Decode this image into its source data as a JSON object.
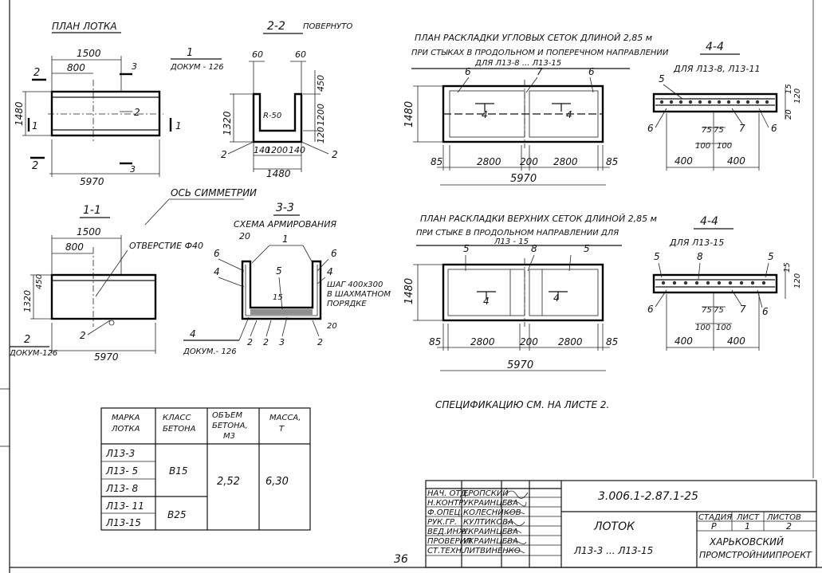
{
  "views": {
    "plan": {
      "title": "ПЛАН ЛОТКА",
      "dim_1500": "1500",
      "dim_800": "800",
      "dim_1480": "1480",
      "dim_5970": "5970",
      "cut2": "2",
      "cut3": "3",
      "cut1": "1",
      "mark2": "2"
    },
    "section22": {
      "title": "2-2",
      "subtitle": "ПОВЕРНУТО",
      "dim_60a": "60",
      "dim_60b": "60",
      "dim_450": "450",
      "dim_1320": "1320",
      "dim_1200v": "1200",
      "dim_120": "120",
      "dim_140a": "140",
      "dim_1200": "1200",
      "dim_140b": "140",
      "dim_1480": "1480",
      "radius": "R-50",
      "mark2a": "2",
      "mark2b": "2"
    },
    "ref_doc": {
      "num": "1",
      "label": "ДОКУМ - 126"
    },
    "section11": {
      "title": "1-1",
      "dim_1500": "1500",
      "dim_800": "800",
      "hole": "ОТВЕРСТИЕ Ф40",
      "dim_450": "450",
      "dim_1320": "1320",
      "dim_5970": "5970",
      "mark2": "2",
      "doc_num": "2",
      "doc_label": "ДОКУМ-126"
    },
    "axis_label": "ОСЬ СИММЕТРИИ",
    "section33": {
      "title": "3-3",
      "subtitle": "СХЕМА АРМИРОВАНИЯ",
      "dim_20": "20",
      "m1": "1",
      "m6a": "6",
      "m6b": "6",
      "m4a": "4",
      "m4b": "4",
      "m5": "5",
      "m15": "15",
      "note1": "ШАГ 400x300",
      "note2": "В ШАХМАТНОМ",
      "note3": "ПОРЯДКЕ",
      "m4c": "4",
      "doc": "ДОКУМ.- 126",
      "m2a": "2",
      "m2b": "2",
      "m3": "3",
      "m2c": "2",
      "m20": "20"
    },
    "mesh_corner": {
      "title1": "ПЛАН РАСКЛАДКИ УГЛОВЫХ СЕТОК ДЛИНОЙ 2,85 м",
      "title2": "ПРИ СТЫКАХ В ПРОДОЛЬНОМ И ПОПЕРЕЧНОМ НАПРАВЛЕНИИ",
      "title3": "ДЛЯ Л13-8 ... Л13-15",
      "m6a": "6",
      "m7": "7",
      "m6b": "6",
      "m4a": "4",
      "m4b": "4",
      "dim_1480": "1480",
      "d85a": "85",
      "d2800a": "2800",
      "d200": "200",
      "d2800b": "2800",
      "d85b": "85",
      "d5970": "5970"
    },
    "mesh_top": {
      "title1": "ПЛАН РАСКЛАДКИ ВЕРХНИХ СЕТОК ДЛИНОЙ 2,85 м",
      "title2": "ПРИ СТЫКЕ В ПРОДОЛЬНОМ НАПРАВЛЕНИИ ДЛЯ",
      "title3": "Л13 - 15",
      "m5a": "5",
      "m8": "8",
      "m5b": "5",
      "m4a": "4",
      "m4b": "4",
      "dim_1480": "1480",
      "d85a": "85",
      "d2800a": "2800",
      "d200": "200",
      "d2800b": "2800",
      "d85b": "85",
      "d5970": "5970"
    },
    "det44a": {
      "title": "4-4",
      "sub": "ДЛЯ Л13-8, Л13-11",
      "m5": "5",
      "m6a": "6",
      "m6b": "6",
      "m7": "7",
      "d15": "15",
      "d120": "120",
      "d20": "20",
      "d75a": "75",
      "d75b": "75",
      "d100a": "100",
      "d100b": "100",
      "d400a": "400",
      "d400b": "400"
    },
    "det44b": {
      "title": "4-4",
      "sub": "ДЛЯ Л13-15",
      "m5a": "5",
      "m8": "8",
      "m5b": "5",
      "m6a": "6",
      "m6b": "6",
      "m7": "7",
      "d15": "15",
      "d120": "120",
      "d75a": "75",
      "d75b": "75",
      "d100a": "100",
      "d100b": "100",
      "d400a": "400",
      "d400b": "400"
    },
    "spec_note": "СПЕЦИФИКАЦИЮ  СМ.  НА  ЛИСТЕ 2."
  },
  "table": {
    "headers": [
      "МАРКА ЛОТКА",
      "КЛАСС БЕТОНА",
      "ОБЪЕМ БЕТОНА, М3",
      "МАССА, Т"
    ],
    "marks": [
      "Л13-3",
      "Л13- 5",
      "Л13- 8",
      "Л13- 11",
      "Л13-15"
    ],
    "class_b15": "В15",
    "class_b25": "В25",
    "volume": "2,52",
    "mass": "6,30"
  },
  "title_block": {
    "roles": [
      "НАЧ. ОТД.",
      "Н.КОНТР.",
      "Ф.ОПЕЦ.",
      "РУК.ГР.",
      "ВЕД.ИНЖ.",
      "ПРОВЕРИЛ",
      "СТ.ТЕХН."
    ],
    "names": [
      "ЕРОПСКИЙ",
      "УКРАИНЦЕВА",
      "КОЛЕСНИКОВ",
      "КУЛТИКОВА",
      "УКРАИНЦЕВА",
      "УКРАИНЦЕВА",
      "ЛИТВИНЕНКО"
    ],
    "code": "3.006.1-2.87.1-25",
    "name": "ЛОТОК",
    "range": "Л13-3 ... Л13-15",
    "stage_h": "СТАДИЯ",
    "sheet_h": "ЛИСТ",
    "sheets_h": "ЛИСТОВ",
    "stage": "Р",
    "sheet": "1",
    "sheets": "2",
    "org1": "ХАРЬКОВСКИЙ",
    "org2": "ПРОМСТРОЙНИИПРОЕКТ"
  },
  "page_number": "36"
}
